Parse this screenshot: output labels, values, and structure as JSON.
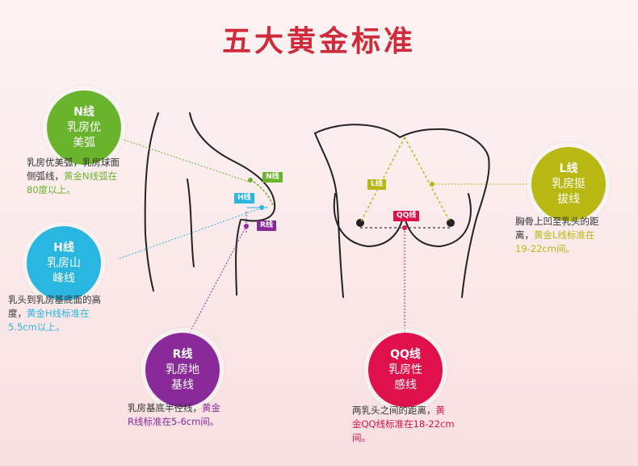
{
  "title": "五大黄金标准",
  "colors": {
    "title": "#d02b3a",
    "n": "#6ab42d",
    "h": "#29b6e0",
    "r": "#8a2a9a",
    "qq": "#e0104a",
    "l": "#b9b813"
  },
  "n": {
    "head": "N线",
    "line1": "乳房优",
    "line2": "美弧",
    "tag": "N线",
    "desc1": "乳房优美弧，乳房球面",
    "desc2": "侧弧线，",
    "desc2_hl": "黄金N线弧在",
    "desc3_hl": "80度以上。"
  },
  "h": {
    "head": "H线",
    "line1": "乳房山",
    "line2": "峰线",
    "tag": "H线",
    "desc1": "乳头到乳房基底面的高",
    "desc2": "度，",
    "desc2_hl": "黄金H线标准在",
    "desc3_hl": "5.5cm以上。"
  },
  "r": {
    "head": "R线",
    "line1": "乳房地",
    "line2": "基线",
    "tag": "R线",
    "desc1a": "乳房基底半径线，",
    "desc1_hl": "黄金",
    "desc2_hl": "R线标准在5-6cm间。"
  },
  "qq": {
    "head": "QQ线",
    "line1": "乳房性",
    "line2": "感线",
    "tag": "QQ线",
    "desc1a": "两乳头之间的距离，",
    "desc1_hl": "黄",
    "desc2_hl": "金QQ线标准在18-22cm",
    "desc3_hl": "间。"
  },
  "l": {
    "head": "L线",
    "line1": "乳房挺",
    "line2": "拔线",
    "tag": "L线",
    "desc1": "胸骨上凹至乳头的距",
    "desc2": "离，",
    "desc2_hl": "黄金L线标准在",
    "desc3_hl": "19-22cm间。"
  }
}
